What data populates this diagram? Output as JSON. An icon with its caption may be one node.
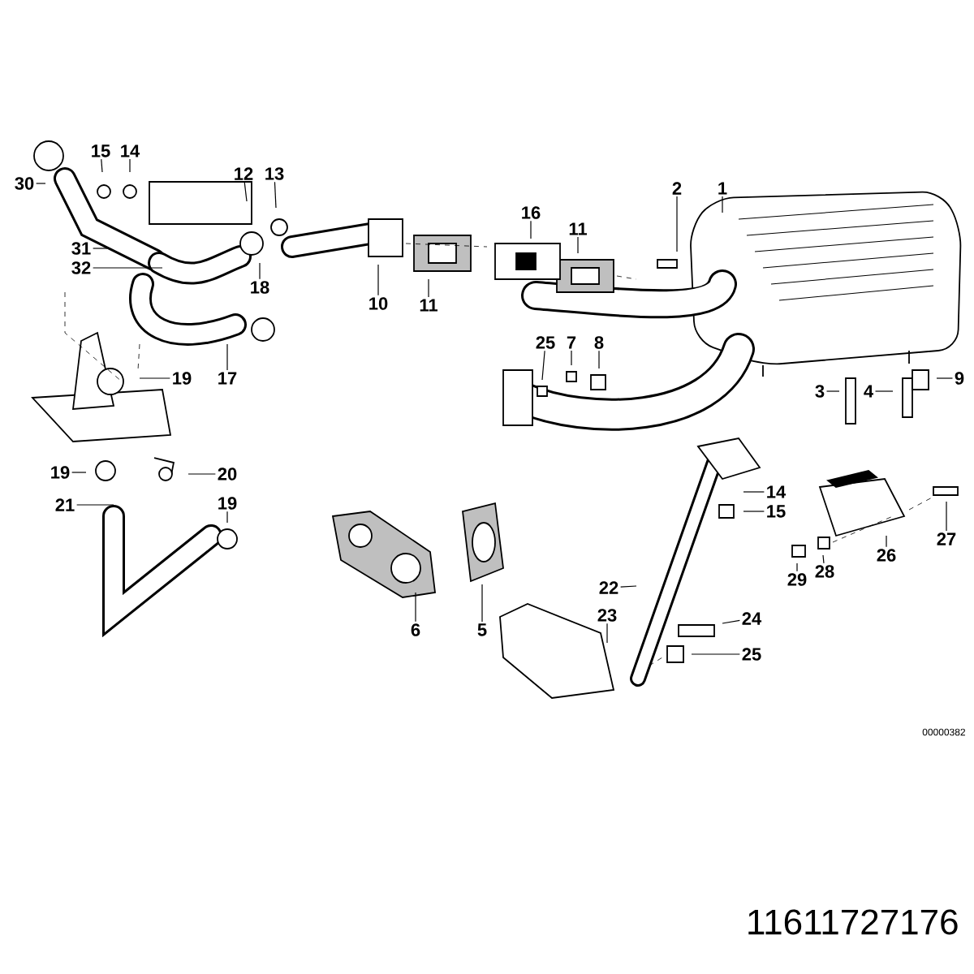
{
  "diagram": {
    "nodes": [
      {
        "text": [
          "30"
        ]
      },
      {
        "text": [
          "15"
        ]
      },
      {
        "text": [
          "14"
        ]
      },
      {
        "text": [
          "12"
        ]
      },
      {
        "text": [
          "13"
        ]
      },
      {
        "text": [
          "31"
        ]
      },
      {
        "text": [
          "32"
        ]
      },
      {
        "text": [
          "18"
        ]
      },
      {
        "text": [
          "10"
        ]
      },
      {
        "text": [
          "11"
        ]
      },
      {
        "text": [
          "16"
        ]
      },
      {
        "text": [
          "11"
        ]
      },
      {
        "text": [
          "2"
        ]
      },
      {
        "text": [
          "1"
        ]
      },
      {
        "text": [
          "25"
        ]
      },
      {
        "text": [
          "7"
        ]
      },
      {
        "text": [
          "8"
        ]
      },
      {
        "text": [
          "3"
        ]
      },
      {
        "text": [
          "4"
        ]
      },
      {
        "text": [
          "9"
        ]
      },
      {
        "text": [
          "17"
        ]
      },
      {
        "text": [
          "19"
        ]
      },
      {
        "text": [
          "14"
        ]
      },
      {
        "text": [
          "15"
        ]
      },
      {
        "text": [
          "19"
        ]
      },
      {
        "text": [
          "20"
        ]
      },
      {
        "text": [
          "21"
        ]
      },
      {
        "text": [
          "19"
        ]
      },
      {
        "text": [
          "27"
        ]
      },
      {
        "text": [
          "26"
        ]
      },
      {
        "text": [
          "29"
        ]
      },
      {
        "text": [
          "28"
        ]
      },
      {
        "text": [
          "22"
        ]
      },
      {
        "text": [
          "6"
        ]
      },
      {
        "text": [
          "5"
        ]
      },
      {
        "text": [
          "23"
        ]
      },
      {
        "text": [
          "24"
        ]
      },
      {
        "text": [
          "25"
        ]
      }
    ],
    "edges": [
      {
        "from": 0,
        "to": null,
        "arrow": "none"
      },
      {
        "from": 1,
        "to": null,
        "arrow": "none"
      },
      {
        "from": 2,
        "to": null,
        "arrow": "none"
      },
      {
        "from": 3,
        "to": null,
        "arrow": "none"
      },
      {
        "from": 4,
        "to": null,
        "arrow": "none"
      },
      {
        "from": 5,
        "to": null,
        "arrow": "none"
      },
      {
        "from": 6,
        "to": null,
        "arrow": "none"
      },
      {
        "from": 7,
        "to": null,
        "arrow": "none"
      },
      {
        "from": 8,
        "to": null,
        "arrow": "none"
      },
      {
        "from": 9,
        "to": null,
        "arrow": "none"
      },
      {
        "from": 10,
        "to": null,
        "arrow": "none"
      },
      {
        "from": 11,
        "to": null,
        "arrow": "none"
      },
      {
        "from": 12,
        "to": null,
        "arrow": "none"
      },
      {
        "from": 13,
        "to": null,
        "arrow": "none"
      },
      {
        "from": 14,
        "to": null,
        "arrow": "none"
      },
      {
        "from": 15,
        "to": null,
        "arrow": "none"
      },
      {
        "from": 16,
        "to": null,
        "arrow": "none"
      },
      {
        "from": 17,
        "to": null,
        "arrow": "none"
      },
      {
        "from": 18,
        "to": null,
        "arrow": "none"
      },
      {
        "from": 19,
        "to": null,
        "arrow": "none"
      },
      {
        "from": 20,
        "to": null,
        "arrow": "none"
      },
      {
        "from": 21,
        "to": null,
        "arrow": "none"
      },
      {
        "from": 22,
        "to": null,
        "arrow": "none"
      },
      {
        "from": 23,
        "to": null,
        "arrow": "none"
      },
      {
        "from": 24,
        "to": null,
        "arrow": "none"
      },
      {
        "from": 25,
        "to": null,
        "arrow": "none"
      },
      {
        "from": 26,
        "to": null,
        "arrow": "none"
      },
      {
        "from": 27,
        "to": null,
        "arrow": "none"
      },
      {
        "from": 28,
        "to": null,
        "arrow": "none"
      },
      {
        "from": 29,
        "to": null,
        "arrow": "none"
      },
      {
        "from": 30,
        "to": null,
        "arrow": "none"
      },
      {
        "from": 31,
        "to": null,
        "arrow": "none"
      },
      {
        "from": 32,
        "to": null,
        "arrow": "none"
      },
      {
        "from": 33,
        "to": null,
        "arrow": "none"
      },
      {
        "from": 34,
        "to": null,
        "arrow": "none"
      },
      {
        "from": 35,
        "to": null,
        "arrow": "none"
      },
      {
        "from": 36,
        "to": null,
        "arrow": "none"
      },
      {
        "from": 37,
        "to": null,
        "arrow": "none"
      }
    ],
    "labels": [
      "00000382",
      "11611727176"
    ]
  }
}
